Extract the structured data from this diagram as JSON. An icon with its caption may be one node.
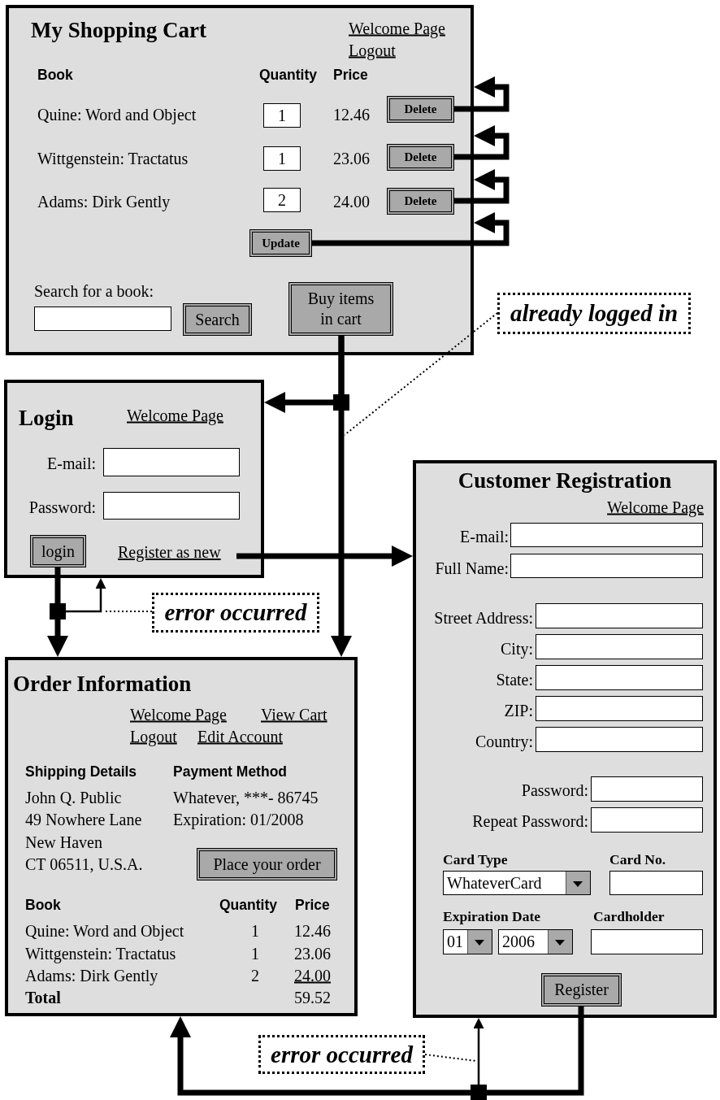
{
  "diagram": {
    "nodes": [
      {
        "text": [
          "My Shopping Cart",
          "Welcome Page",
          "Logout",
          "Book",
          "Quantity",
          "Price",
          "Quine: Word and Object",
          "12.46",
          "Wittgenstein: Tractatus",
          "23.06",
          "Adams: Dirk Gently",
          "24.00",
          "Search for a book:"
        ]
      },
      {
        "text": [
          "1"
        ],
        "in": 0
      },
      {
        "text": [
          "Delete"
        ],
        "in": 0
      },
      {
        "text": [
          "1"
        ],
        "in": 0
      },
      {
        "text": [
          "Delete"
        ],
        "in": 0
      },
      {
        "text": [
          "2"
        ],
        "in": 0
      },
      {
        "text": [
          "Delete"
        ],
        "in": 0
      },
      {
        "text": [
          "Update"
        ],
        "in": 0
      },
      {
        "text": [],
        "shape": "box",
        "in": 0
      },
      {
        "text": [
          "Search"
        ],
        "in": 0
      },
      {
        "text": [
          "Buy items in cart"
        ],
        "in": 0
      },
      {
        "text": [
          "already logged in"
        ]
      },
      {
        "text": [
          "Login",
          "Welcome Page",
          "E-mail:",
          "Password:"
        ]
      },
      {
        "text": [],
        "shape": "box",
        "in": 12
      },
      {
        "text": [],
        "shape": "box",
        "in": 12
      },
      {
        "text": [
          "login"
        ],
        "in": 12
      },
      {
        "text": [
          "Register as new"
        ],
        "in": 12
      },
      {
        "text": [
          "error occurred"
        ]
      },
      {
        "text": [
          "Customer Registration",
          "Welcome Page",
          "E-mail:",
          "Full Name:",
          "Street Address:",
          "City:",
          "State:",
          "ZIP:",
          "Country:",
          "Password:",
          "Repeat Password:",
          "Card Type",
          "Card No.",
          "Expiration Date",
          "Cardholder"
        ]
      },
      {
        "text": [],
        "shape": "box",
        "in": 18
      },
      {
        "text": [],
        "shape": "box",
        "in": 18
      },
      {
        "text": [],
        "shape": "box",
        "in": 18
      },
      {
        "text": [],
        "shape": "box",
        "in": 18
      },
      {
        "text": [],
        "shape": "box",
        "in": 18
      },
      {
        "text": [],
        "shape": "box",
        "in": 18
      },
      {
        "text": [],
        "shape": "box",
        "in": 18
      },
      {
        "text": [],
        "shape": "box",
        "in": 18
      },
      {
        "text": [],
        "shape": "box",
        "in": 18
      },
      {
        "text": [
          "WhateverCard"
        ],
        "in": 18
      },
      {
        "text": [],
        "shape": "box",
        "in": 18
      },
      {
        "text": [
          "01"
        ],
        "in": 18
      },
      {
        "text": [
          "2006"
        ],
        "in": 18
      },
      {
        "text": [],
        "shape": "box",
        "in": 18
      },
      {
        "text": [
          "Register"
        ],
        "in": 18
      },
      {
        "text": [
          "Order Information",
          "Welcome Page",
          "View Cart",
          "Logout",
          "Edit Account",
          "Shipping Details",
          "Payment Method",
          "John Q. Public",
          "Whatever, ***- 86745",
          "49 Nowhere Lane",
          "Expiration: 01/2008",
          "New Haven",
          "CT 06511, U.S.A.",
          "Book",
          "Quantity",
          "Price",
          "Quine: Word and Object",
          "1",
          "12.46",
          "Wittgenstein: Tractatus",
          "1",
          "23.06",
          "Adams: Dirk Gently",
          "2",
          "24.00",
          "Total",
          "59.52"
        ]
      },
      {
        "text": [
          "Place your order"
        ],
        "in": 34
      },
      {
        "text": [
          "error occurred"
        ]
      }
    ],
    "edges": [
      {
        "from": 2,
        "to": 0,
        "arrow": "to"
      },
      {
        "from": 4,
        "to": 0,
        "arrow": "to"
      },
      {
        "from": 6,
        "to": 0,
        "arrow": "to"
      },
      {
        "from": 7,
        "to": 0,
        "arrow": "to"
      },
      {
        "from": 10,
        "to": 12,
        "arrow": "to"
      },
      {
        "from": 10,
        "to": 34,
        "arrow": "to"
      },
      {
        "from": 11,
        "to": null,
        "arrow": "none",
        "style": "dashed"
      },
      {
        "from": 16,
        "to": 18,
        "arrow": "to"
      },
      {
        "from": 15,
        "to": 34,
        "arrow": "to"
      },
      {
        "from": 15,
        "to": 12,
        "arrow": "to"
      },
      {
        "from": 17,
        "to": null,
        "arrow": "none",
        "style": "dashed"
      },
      {
        "from": 33,
        "to": 34,
        "arrow": "to"
      },
      {
        "from": 33,
        "to": 18,
        "arrow": "to"
      },
      {
        "from": 36,
        "to": null,
        "arrow": "none",
        "style": "dashed"
      }
    ]
  }
}
